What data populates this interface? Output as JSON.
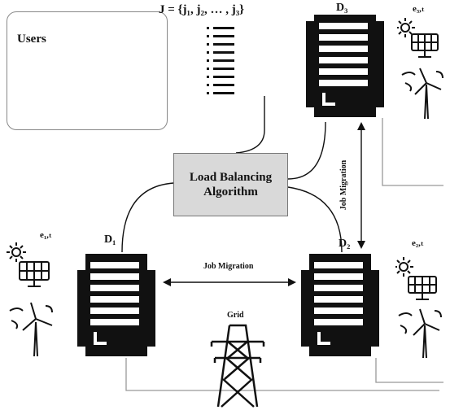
{
  "users_label": "Users",
  "jobs_label": "J = {j₁, j₂, … , j₃}",
  "load_balancer_line1": "Load Balancing",
  "load_balancer_line2": "Algorithm",
  "datacenters": {
    "d1": {
      "label": "D₁",
      "energy_label": "e₁,ₜ"
    },
    "d2": {
      "label": "D₂",
      "energy_label": "e₂,ₜ"
    },
    "d3": {
      "label": "D₃",
      "energy_label": "e₃,ₜ"
    }
  },
  "migration_h_label": "Job Migration",
  "migration_v_label": "Job Migration",
  "grid_label": "Grid",
  "colors": {
    "box_fill": "#d9d9d9",
    "line": "#999999",
    "ink": "#111111"
  }
}
